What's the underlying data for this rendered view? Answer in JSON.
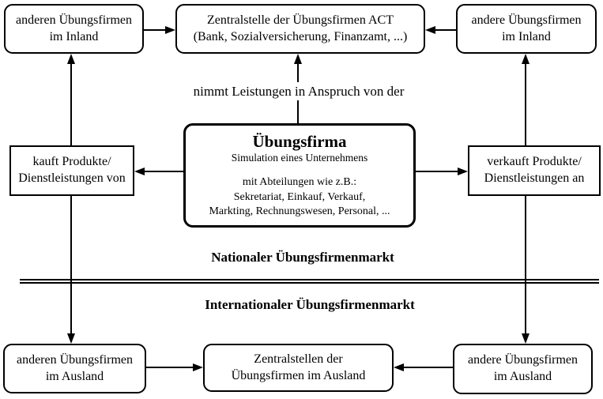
{
  "diagram": {
    "background_color": "#ffffff",
    "line_color": "#000000",
    "text_color": "#000000",
    "boxes": {
      "inland_partner_buy": {
        "line1": "anderen Übungsfirmen",
        "line2": "im Inland"
      },
      "zentralstelle_act": {
        "line1": "Zentralstelle der Übungsfirmen ACT",
        "line2": "(Bank, Sozialversicherung, Finanzamt, ...)"
      },
      "inland_partner_sell": {
        "line1": "andere Übungsfirmen",
        "line2": "im Inland"
      },
      "uebungsfirma": {
        "title": "Übungsfirma",
        "subtitle": "Simulation eines Unternehmens",
        "departments_intro": "mit Abteilungen wie z.B.:",
        "departments_line1": "Sekretariat, Einkauf, Verkauf,",
        "departments_line2": "Markting, Rechnungswesen, Personal, ..."
      },
      "kauft": {
        "line1": "kauft Produkte/",
        "line2": "Dienstleistungen von"
      },
      "verkauft": {
        "line1": "verkauft Produkte/",
        "line2": "Dienstleistungen an"
      },
      "ausland_partner_left": {
        "line1": "anderen Übungsfirmen",
        "line2": "im Ausland"
      },
      "zentralstellen_ausland": {
        "line1": "Zentralstellen der",
        "line2": "Übungsfirmen im Ausland"
      },
      "ausland_partner_right": {
        "line1": "andere Übungsfirmen",
        "line2": "im Ausland"
      }
    },
    "labels": {
      "nimmt_leistungen": "nimmt Leistungen in Anspruch von der",
      "nationaler_markt": "Nationaler Übungsfirmenmarkt",
      "internationaler_markt": "Internationaler Übungsfirmenmarkt"
    }
  }
}
